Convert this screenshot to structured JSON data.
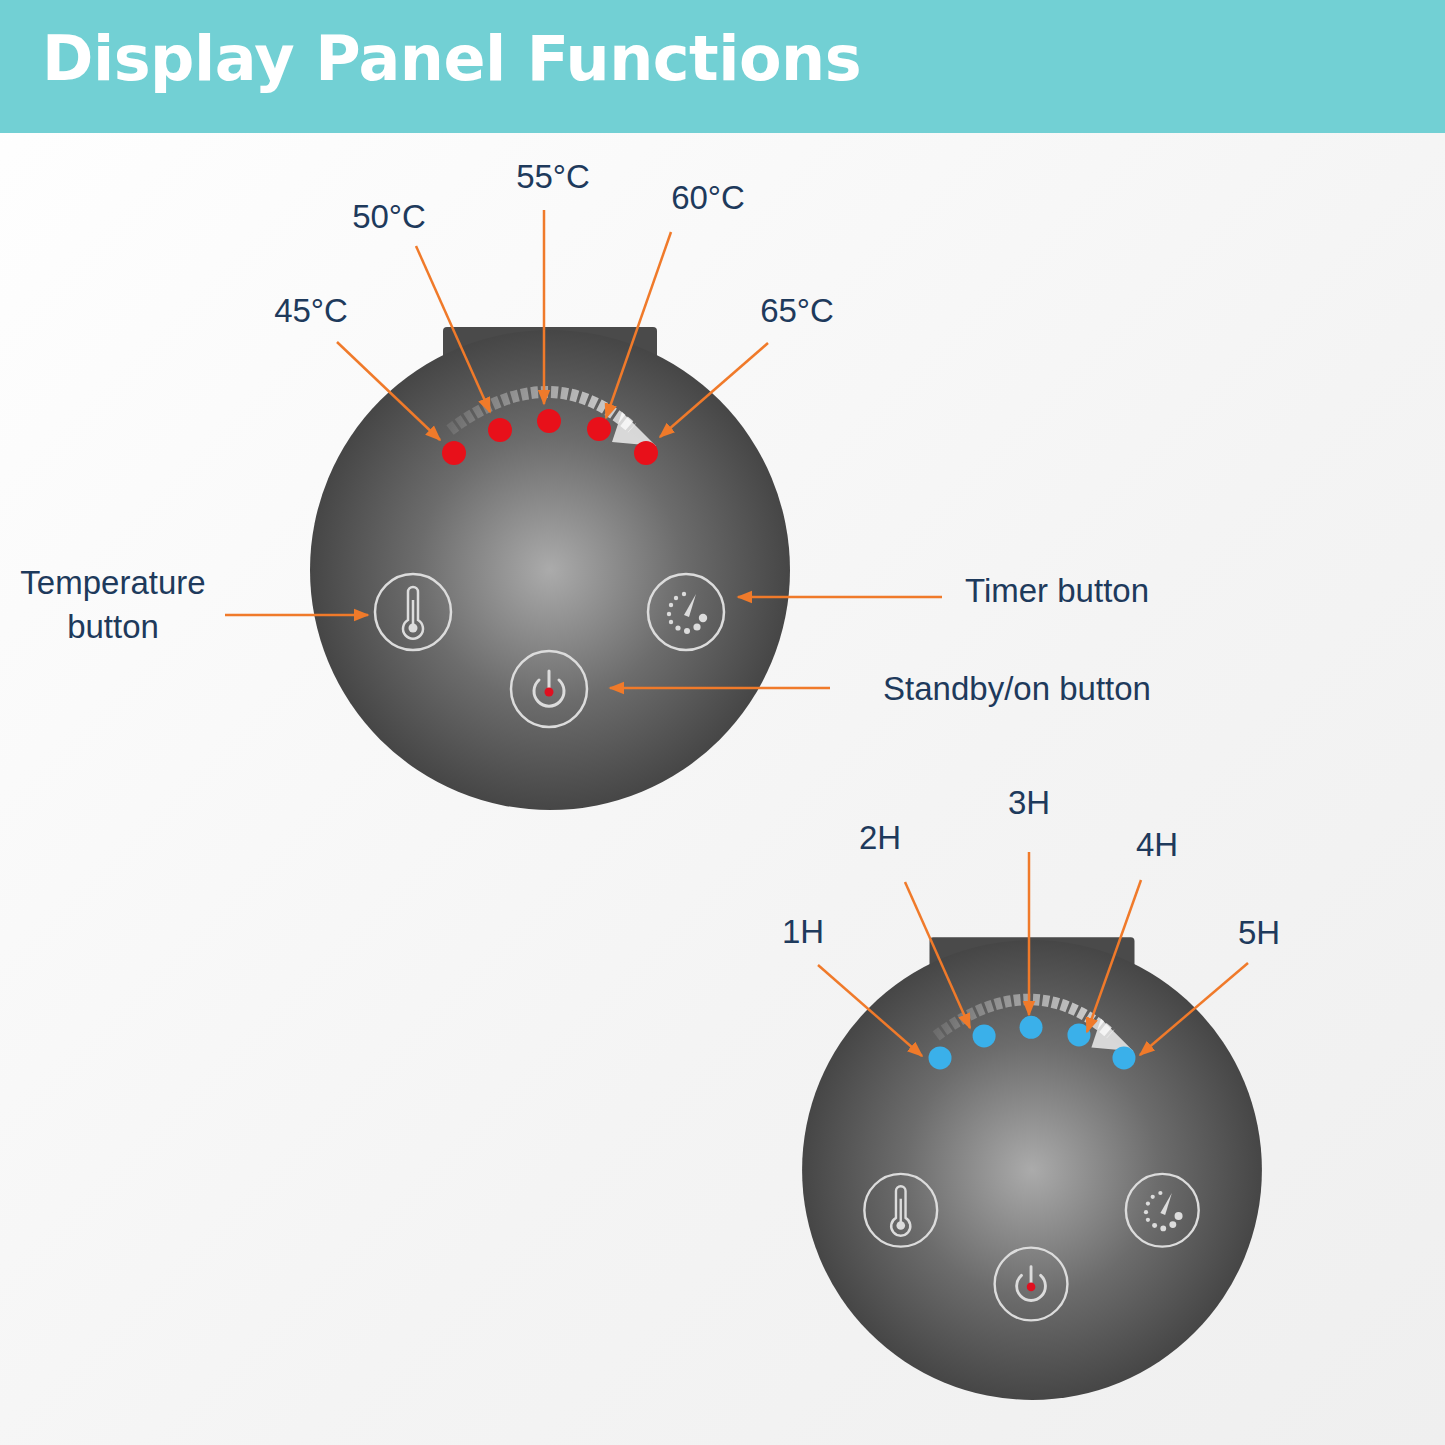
{
  "diagram": {
    "title": "Display Panel Functions",
    "labels": [
      "45°C",
      "50°C",
      "55°C",
      "60°C",
      "65°C",
      "Temperature button",
      "Timer button",
      "Standby/on button",
      "1H",
      "2H",
      "3H",
      "4H",
      "5H"
    ]
  }
}
